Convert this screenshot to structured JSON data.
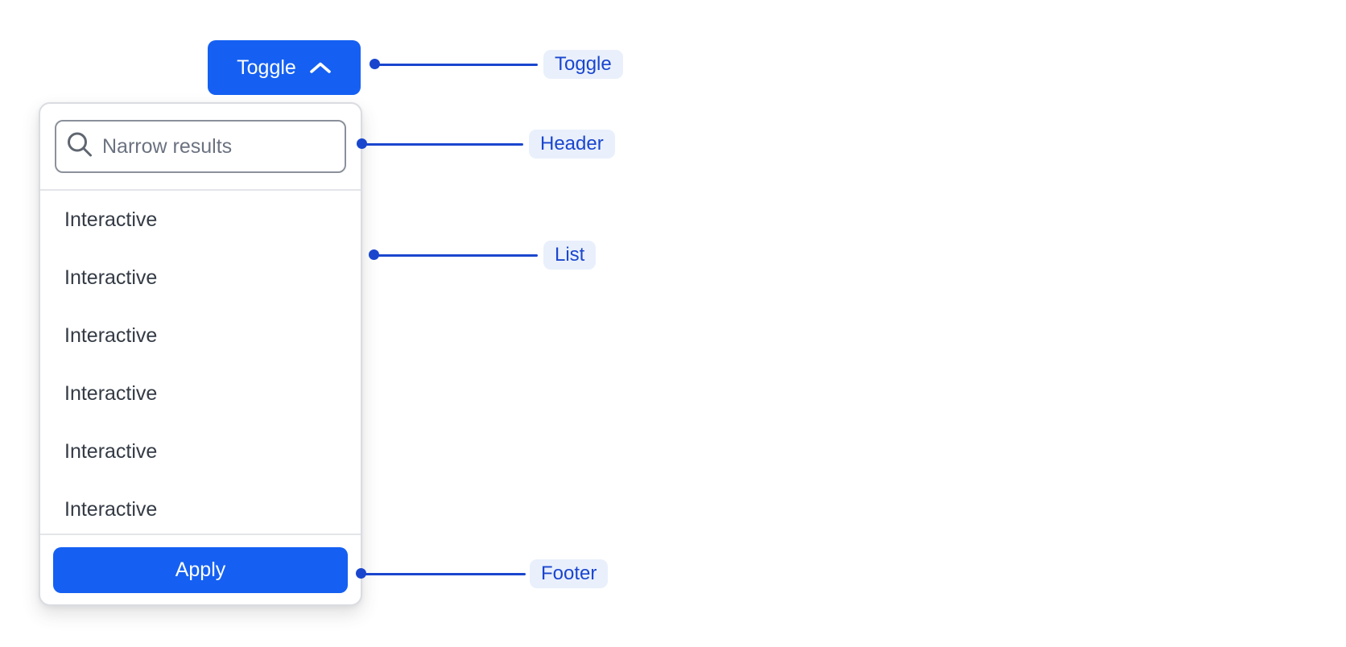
{
  "toggle": {
    "label": "Toggle",
    "icon": "chevron-up-icon"
  },
  "dropdown": {
    "header": {
      "icon": "search-icon",
      "search_placeholder": "Narrow results",
      "search_value": ""
    },
    "list": {
      "items": [
        "Interactive",
        "Interactive",
        "Interactive",
        "Interactive",
        "Interactive",
        "Interactive"
      ]
    },
    "footer": {
      "apply_label": "Apply"
    }
  },
  "annotations": [
    {
      "target": "toggle",
      "label": "Toggle"
    },
    {
      "target": "header",
      "label": "Header"
    },
    {
      "target": "list",
      "label": "List"
    },
    {
      "target": "footer",
      "label": "Footer"
    }
  ],
  "colors": {
    "primary_blue": "#1560F2",
    "annotation_blue": "#1A46CE",
    "badge_background": "#E9F0FC",
    "panel_border": "#DADCE1",
    "divider": "#E3E5E9",
    "input_border": "#8B919B",
    "placeholder_gray": "#6B7280",
    "icon_gray": "#5F6670",
    "list_text": "#343B45"
  }
}
